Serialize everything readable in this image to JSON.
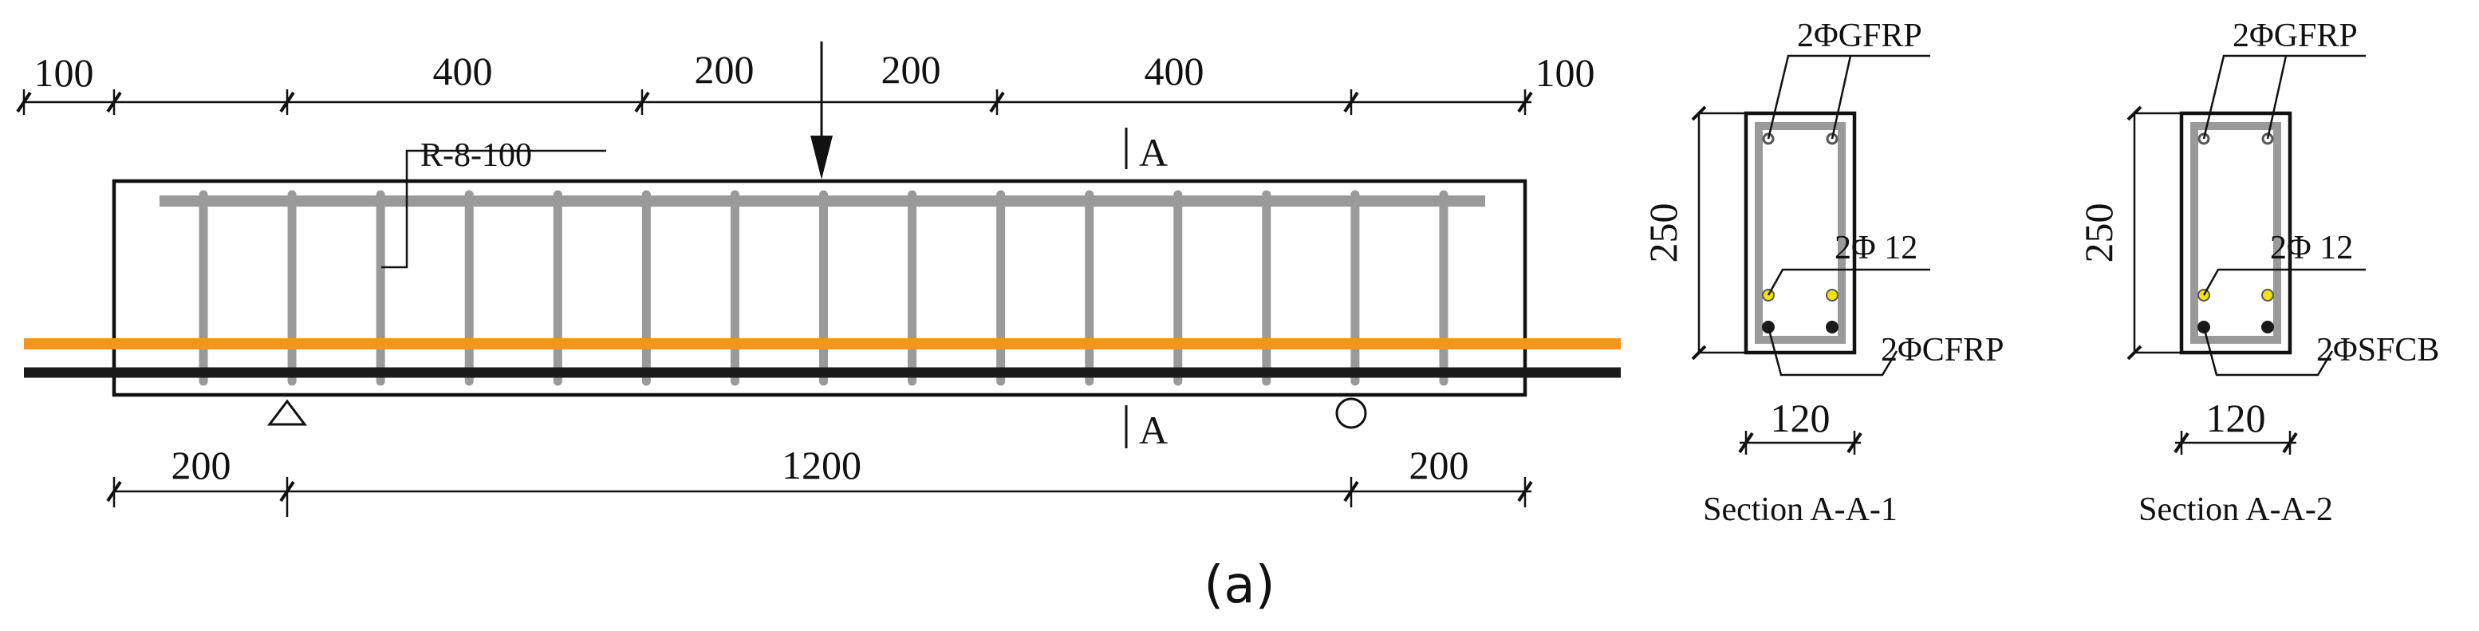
{
  "elevation": {
    "dims_top": [
      "100",
      "400",
      "200",
      "200",
      "400",
      "100"
    ],
    "dims_bottom": [
      "200",
      "1200",
      "200"
    ],
    "stirrup_label": "R-8-100",
    "section_mark": "A",
    "stirrup_count": 15
  },
  "sections": [
    {
      "title": "Section A-A-1",
      "height_dim": "250",
      "width_dim": "120",
      "top_bar_label": "2ΦGFRP",
      "middle_bar_label": "2Φ 12",
      "bottom_bar_label": "2ΦCFRP"
    },
    {
      "title": "Section A-A-2",
      "height_dim": "250",
      "width_dim": "120",
      "top_bar_label": "2ΦGFRP",
      "middle_bar_label": "2Φ 12",
      "bottom_bar_label": "2ΦSFCB"
    }
  ],
  "caption": "(a)",
  "colors": {
    "cfrp_bar": "#f7941d",
    "sfcb_bar": "#1a1a1a",
    "gfrp_bar": "#9a9a9a",
    "steel_bar": "#f2e600"
  }
}
